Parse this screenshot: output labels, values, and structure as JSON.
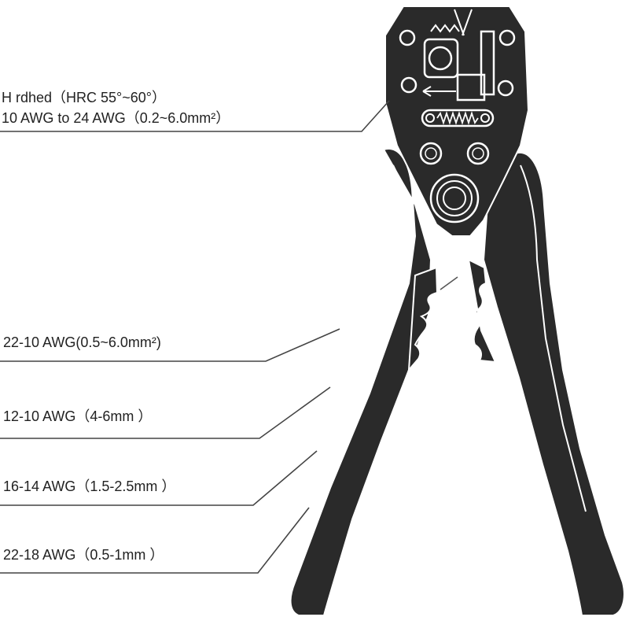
{
  "colors": {
    "tool_body": "#2a2a2a",
    "tool_outline": "#ffffff",
    "leader_line": "#444444",
    "text": "#222222"
  },
  "labels": {
    "hardened": "H rdhed（HRC 55°~60°）",
    "awg_range": "10 AWG to 24 AWG（0.2~6.0mm²）",
    "cutter_range": "22-10 AWG(0.5~6.0mm²)",
    "strip_12_10": "12-10 AWG（4-6mm ）",
    "strip_16_14": "16-14 AWG（1.5-2.5mm ）",
    "strip_22_18": "22-18 AWG（0.5-1mm ）"
  }
}
